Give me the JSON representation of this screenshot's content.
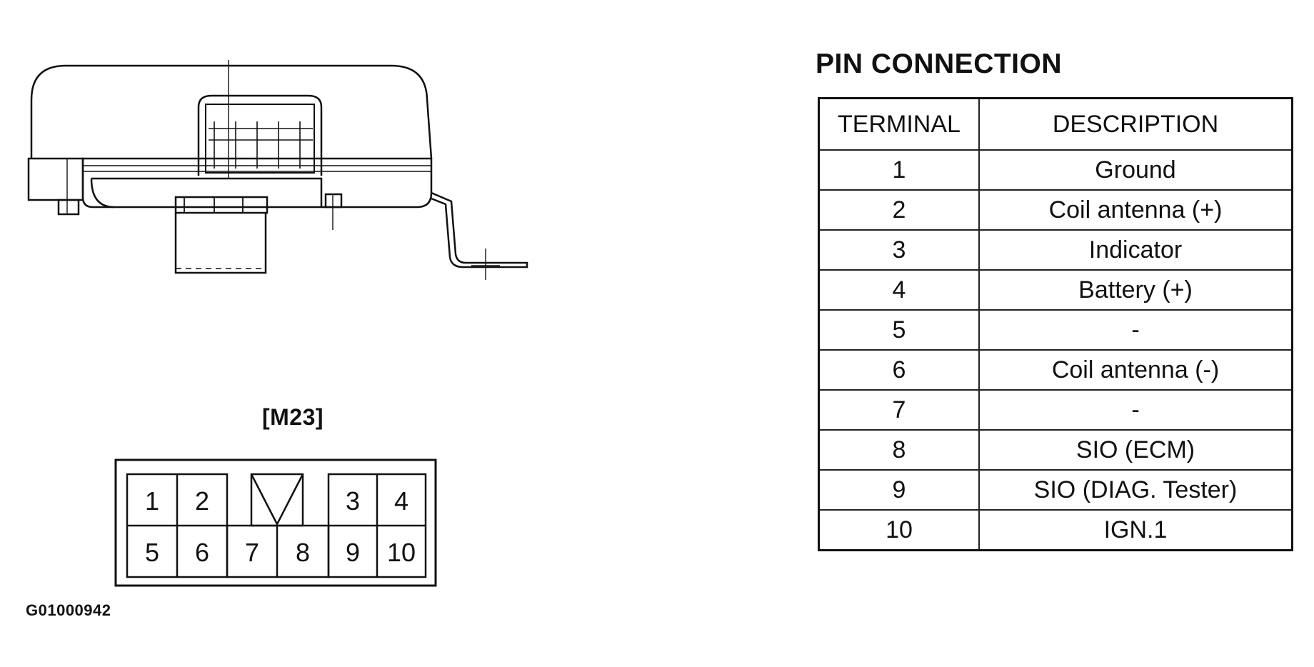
{
  "connector": {
    "name": "[M23]",
    "pins_row1": [
      "1",
      "2",
      "3",
      "4"
    ],
    "pins_row2": [
      "5",
      "6",
      "7",
      "8",
      "9",
      "10"
    ]
  },
  "image_code": "G01000942",
  "pin_connection": {
    "title": "PIN CONNECTION",
    "headers": {
      "terminal": "TERMINAL",
      "description": "DESCRIPTION"
    },
    "rows": [
      {
        "terminal": "1",
        "description": "Ground"
      },
      {
        "terminal": "2",
        "description": "Coil antenna (+)"
      },
      {
        "terminal": "3",
        "description": "Indicator"
      },
      {
        "terminal": "4",
        "description": "Battery (+)"
      },
      {
        "terminal": "5",
        "description": "-"
      },
      {
        "terminal": "6",
        "description": "Coil antenna (-)"
      },
      {
        "terminal": "7",
        "description": "-"
      },
      {
        "terminal": "8",
        "description": "SIO (ECM)"
      },
      {
        "terminal": "9",
        "description": "SIO (DIAG. Tester)"
      },
      {
        "terminal": "10",
        "description": "IGN.1"
      }
    ]
  }
}
